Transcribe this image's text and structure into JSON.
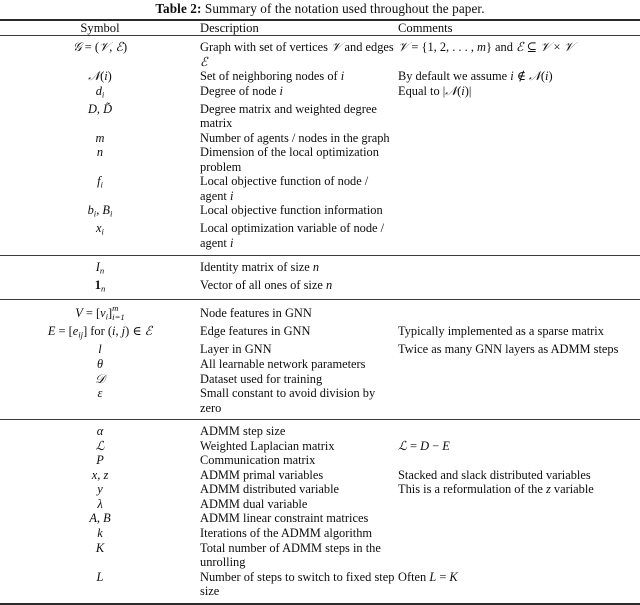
{
  "caption": {
    "label": "Table 2:",
    "text": "Summary of the notation used throughout the paper."
  },
  "table": {
    "headers": {
      "symbol": "Symbol",
      "description": "Description",
      "comments": "Comments"
    },
    "sections": [
      {
        "rows": [
          {
            "symbol_text": "G = (V, E)",
            "description": "Graph with set of vertices V and edges E",
            "comment": "V = {1, 2, ... , m} and E ⊆ V × V"
          },
          {
            "symbol_text": "N(i)",
            "description": "Set of neighboring nodes of i",
            "comment": "By default we assume i ∉ N(i)"
          },
          {
            "symbol_text": "d_i",
            "description": "Degree of node i",
            "comment": "Equal to |N(i)|"
          },
          {
            "symbol_text": "D, D̃",
            "description": "Degree matrix and weighted degree matrix",
            "comment": ""
          },
          {
            "symbol_text": "m",
            "description": "Number of agents / nodes in the graph",
            "comment": ""
          },
          {
            "symbol_text": "n",
            "description": "Dimension of the local optimization problem",
            "comment": ""
          },
          {
            "symbol_text": "f_i",
            "description": "Local objective function of node / agent i",
            "comment": ""
          },
          {
            "symbol_text": "b_i, B_i",
            "description": "Local objective function information",
            "comment": ""
          },
          {
            "symbol_text": "x_i",
            "description": "Local optimization variable of node / agent i",
            "comment": ""
          }
        ]
      },
      {
        "rows": [
          {
            "symbol_text": "I_n",
            "description": "Identity matrix of size n",
            "comment": ""
          },
          {
            "symbol_text": "1_n",
            "description": "Vector of all ones of size n",
            "comment": ""
          }
        ]
      },
      {
        "rows": [
          {
            "symbol_text": "V = [v_i]^m_{i=1}",
            "description": "Node features in GNN",
            "comment": ""
          },
          {
            "symbol_text": "E = [e_ij] for (i, j) ∈ E",
            "description": "Edge features in GNN",
            "comment": "Typically implemented as a sparse matrix"
          },
          {
            "symbol_text": "l",
            "description": "Layer in GNN",
            "comment": "Twice as many GNN layers as ADMM steps"
          },
          {
            "symbol_text": "θ",
            "description": "All learnable network parameters",
            "comment": ""
          },
          {
            "symbol_text": "D",
            "description": "Dataset used for training",
            "comment": ""
          },
          {
            "symbol_text": "ε",
            "description": "Small constant to avoid division by zero",
            "comment": ""
          }
        ]
      },
      {
        "rows": [
          {
            "symbol_text": "α",
            "description": "ADMM step size",
            "comment": ""
          },
          {
            "symbol_text": "L",
            "description": "Weighted Laplacian matrix",
            "comment": "L = D − E"
          },
          {
            "symbol_text": "P",
            "description": "Communication matrix",
            "comment": ""
          },
          {
            "symbol_text": "x, z",
            "description": "ADMM primal variables",
            "comment": "Stacked and slack distributed variables"
          },
          {
            "symbol_text": "y",
            "description": "ADMM distributed variable",
            "comment": "This is a reformulation of the z variable"
          },
          {
            "symbol_text": "λ",
            "description": "ADMM dual variable",
            "comment": ""
          },
          {
            "symbol_text": "A, B",
            "description": "ADMM linear constraint matrices",
            "comment": ""
          },
          {
            "symbol_text": "k",
            "description": "Iterations of the ADMM algorithm",
            "comment": ""
          },
          {
            "symbol_text": "K",
            "description": "Total number of ADMM steps in the unrolling",
            "comment": ""
          },
          {
            "symbol_text": "L",
            "description": "Number of steps to switch to fixed step size",
            "comment": "Often L = K"
          }
        ]
      }
    ]
  },
  "colors": {
    "text": "#0d0d0d",
    "rule_heavy": "#2b2b2b",
    "rule_light": "#3a3a3a",
    "background": "#ffffff"
  }
}
